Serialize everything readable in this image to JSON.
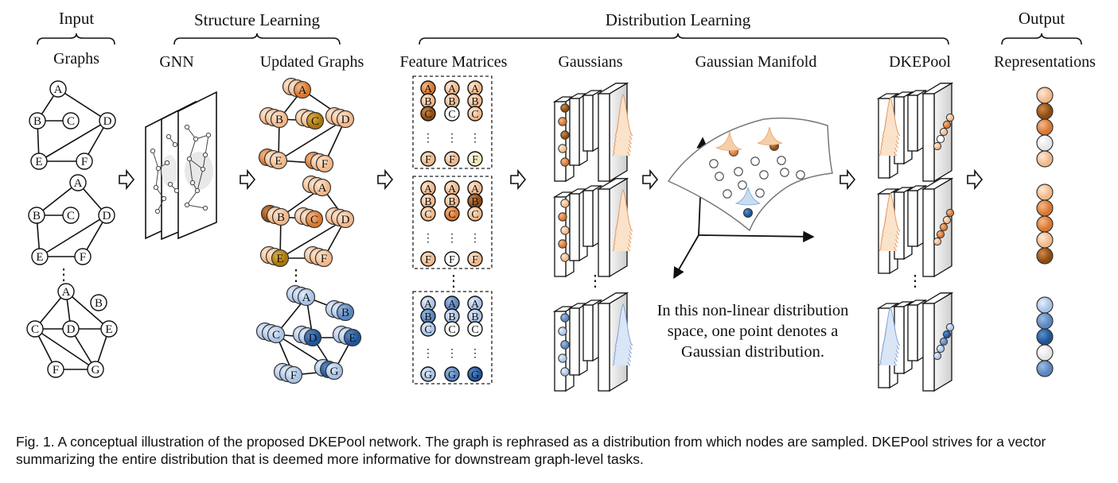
{
  "headers": {
    "input": "Input",
    "structure": "Structure Learning",
    "distribution": "Distribution Learning",
    "output": "Output"
  },
  "subheaders": {
    "graphs": "Graphs",
    "gnn": "GNN",
    "updated_graphs": "Updated Graphs",
    "feature_matrices": "Feature Matrices",
    "gaussians": "Gaussians",
    "gaussian_manifold": "Gaussian Manifold",
    "dkepool": "DKEPool",
    "representations": "Representations"
  },
  "vdots": "⋮",
  "hdots": "⋮",
  "graph1": {
    "nodes": [
      "A",
      "B",
      "C",
      "D",
      "E",
      "F"
    ]
  },
  "graph2": {
    "nodes": [
      "A",
      "B",
      "C",
      "D",
      "E",
      "F"
    ]
  },
  "graph3": {
    "nodes": [
      "A",
      "B",
      "C",
      "D",
      "E",
      "F",
      "G"
    ]
  },
  "matrices": [
    {
      "top": [
        [
          "A",
          "A",
          "A"
        ],
        [
          "B",
          "B",
          "B"
        ],
        [
          "C",
          "C",
          "C"
        ]
      ],
      "bottom": [
        "F",
        "F",
        "F"
      ]
    },
    {
      "top": [
        [
          "A",
          "A",
          "A"
        ],
        [
          "B",
          "B",
          "B"
        ],
        [
          "C",
          "C",
          "C"
        ]
      ],
      "bottom": [
        "F",
        "F",
        "F"
      ]
    },
    {
      "top": [
        [
          "A",
          "A",
          "A"
        ],
        [
          "B",
          "B",
          "B"
        ],
        [
          "C",
          "C",
          "C"
        ]
      ],
      "bottom": [
        "G",
        "G",
        "G"
      ]
    }
  ],
  "manifold_note": [
    "In this non-linear distribution",
    "space, one point denotes a",
    "Gaussian distribution."
  ],
  "caption": "Fig. 1. A conceptual illustration of the proposed DKEPool network. The graph is rephrased as a distribution from which nodes are sampled. DKEPool strives for a vector summarizing the entire distribution that is deemed more informative for downstream graph-level tasks.",
  "colors": {
    "orange_dark": "#b5651d",
    "orange": "#e8a06a",
    "peach": "#f5cba7",
    "gold": "#c8961e",
    "blue_dark": "#2e6eb0",
    "blue": "#8fb3e0",
    "blue_light": "#c9dcf2"
  }
}
